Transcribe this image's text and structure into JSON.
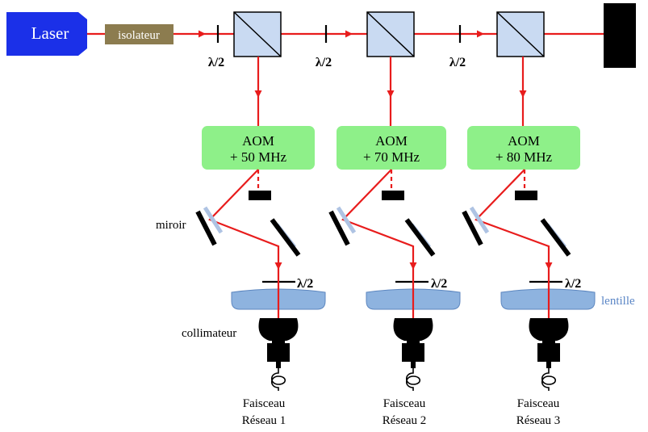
{
  "laser": {
    "label": "Laser",
    "color": "#1b30e8"
  },
  "isolator": {
    "label": "isolateur",
    "color": "#8c7c4f"
  },
  "half_wave_label": "λ/2",
  "aom_color": "#8ef089",
  "beam_color": "#e81c1c",
  "branches": [
    {
      "aom_line1": "AOM",
      "aom_line2": "+ 50 MHz",
      "output_line1": "Faisceau",
      "output_line2": "Réseau 1"
    },
    {
      "aom_line1": "AOM",
      "aom_line2": "+ 70 MHz",
      "output_line1": "Faisceau",
      "output_line2": "Réseau 2"
    },
    {
      "aom_line1": "AOM",
      "aom_line2": "+ 80 MHz",
      "output_line1": "Faisceau",
      "output_line2": "Réseau 3"
    }
  ],
  "labels": {
    "mirror": "miroir",
    "collimator": "collimateur",
    "lens": "lentille"
  }
}
